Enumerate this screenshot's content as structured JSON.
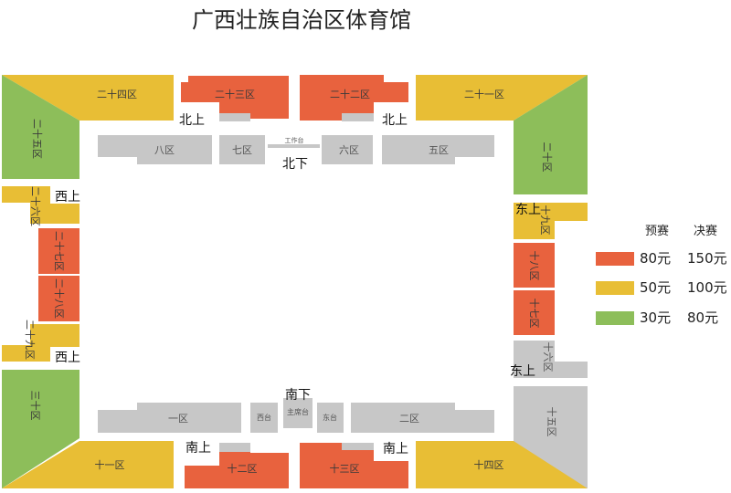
{
  "title": "广西壮族自治区体育馆",
  "colors": {
    "tier80": "#E8623E",
    "tier50": "#E8BE35",
    "tier30": "#8DBE5A",
    "stage": "#C7C7C7",
    "stage_text": "#555555",
    "label_text": "#3a3a3a"
  },
  "zones": [
    {
      "id": "zone-23",
      "label": "二十三区",
      "tier": "tier80"
    },
    {
      "id": "zone-22",
      "label": "二十二区",
      "tier": "tier80"
    },
    {
      "id": "zone-24",
      "label": "二十四区",
      "tier": "tier50"
    },
    {
      "id": "zone-21",
      "label": "二十一区",
      "tier": "tier50"
    },
    {
      "id": "zone-25",
      "label": "二十五区",
      "tier": "tier30"
    },
    {
      "id": "zone-20",
      "label": "二十区",
      "tier": "tier30"
    },
    {
      "id": "zone-26",
      "label": "二十六区",
      "tier": "tier50"
    },
    {
      "id": "zone-27",
      "label": "二十七区",
      "tier": "tier80"
    },
    {
      "id": "zone-28",
      "label": "二十八区",
      "tier": "tier80"
    },
    {
      "id": "zone-29",
      "label": "二十九区",
      "tier": "tier50"
    },
    {
      "id": "zone-30",
      "label": "三十区",
      "tier": "tier30"
    },
    {
      "id": "zone-19",
      "label": "十九区",
      "tier": "tier50"
    },
    {
      "id": "zone-18",
      "label": "十八区",
      "tier": "tier80"
    },
    {
      "id": "zone-17",
      "label": "十七区",
      "tier": "tier80"
    },
    {
      "id": "zone-16",
      "label": "十六区",
      "tier": "stage"
    },
    {
      "id": "zone-15",
      "label": "十五区",
      "tier": "stage"
    },
    {
      "id": "zone-11",
      "label": "十一区",
      "tier": "tier50"
    },
    {
      "id": "zone-12",
      "label": "十二区",
      "tier": "tier80"
    },
    {
      "id": "zone-13",
      "label": "十三区",
      "tier": "tier80"
    },
    {
      "id": "zone-14",
      "label": "十四区",
      "tier": "tier50"
    },
    {
      "id": "zone-8",
      "label": "八区",
      "tier": "stage"
    },
    {
      "id": "zone-7",
      "label": "七区",
      "tier": "stage"
    },
    {
      "id": "zone-6",
      "label": "六区",
      "tier": "stage"
    },
    {
      "id": "zone-5",
      "label": "五区",
      "tier": "stage"
    },
    {
      "id": "zone-1",
      "label": "一区",
      "tier": "stage"
    },
    {
      "id": "zone-2",
      "label": "二区",
      "tier": "stage"
    }
  ],
  "stage_labels": {
    "work_desk": "工作台",
    "west_stand": "西台",
    "main_stand": "主席台",
    "east_stand": "东台"
  },
  "entrances": {
    "north_upper_left": "北上",
    "north_upper_right": "北上",
    "north_lower": "北下",
    "west_upper_top": "西上",
    "west_upper_bottom": "西上",
    "east_upper_top": "东上",
    "east_upper_bottom": "东上",
    "south_lower": "南下",
    "south_upper_left": "南上",
    "south_upper_right": "南上"
  },
  "legend": {
    "header_prelim": "预赛",
    "header_final": "决赛",
    "rows": [
      {
        "color_key": "tier80",
        "prelim": "80元",
        "final": "150元"
      },
      {
        "color_key": "tier50",
        "prelim": "50元",
        "final": "100元"
      },
      {
        "color_key": "tier30",
        "prelim": "30元",
        "final": "80元"
      }
    ]
  }
}
